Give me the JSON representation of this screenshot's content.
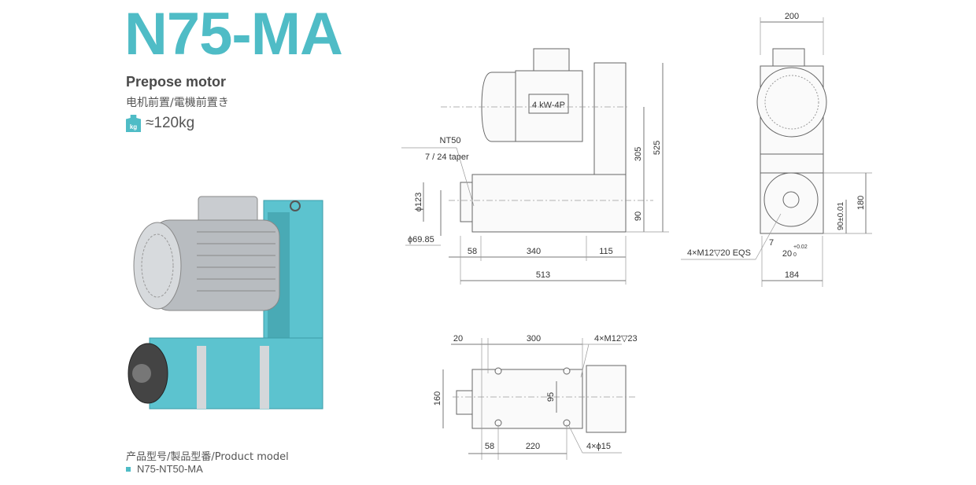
{
  "header": {
    "title": "N75-MA",
    "subtitle": "Prepose motor",
    "subtitle_cjk": "电机前置/電機前置き",
    "weight_icon": "kg-weight-icon",
    "weight_icon_label": "kg",
    "weight": "≈120kg"
  },
  "product": {
    "model_label": "产品型号/製品型番/Product model",
    "models": [
      "N75-NT50-MA"
    ]
  },
  "colors": {
    "accent": "#4fbcc6",
    "body": "#5cc3cf",
    "motor": "#b8bcc0"
  },
  "side_view": {
    "motor_label": "4 kW-4P",
    "taper_name": "NT50",
    "taper_desc": "7 / 24  taper",
    "dia_outer": "ϕ123",
    "dia_inner": "ϕ69.85",
    "dim_height_total": "525",
    "dim_height_motor": "305",
    "dim_height_spindle": "90",
    "dim_58": "58",
    "dim_340": "340",
    "dim_115": "115",
    "dim_length_total": "513"
  },
  "front_view": {
    "dim_width": "200",
    "dim_height": "180",
    "dim_center": "90±0.01",
    "dim_7": "7",
    "dim_key": "20",
    "dim_key_tol_upper": "+0.02",
    "dim_key_tol_lower": "0",
    "dim_base": "184",
    "thread_note": "4×M12▽20 EQS"
  },
  "top_view": {
    "dim_20": "20",
    "dim_300": "300",
    "dim_160": "160",
    "dim_95": "95",
    "dim_58": "58",
    "dim_220": "220",
    "thread_note": "4×M12▽23",
    "hole_note": "4×ϕ15"
  }
}
